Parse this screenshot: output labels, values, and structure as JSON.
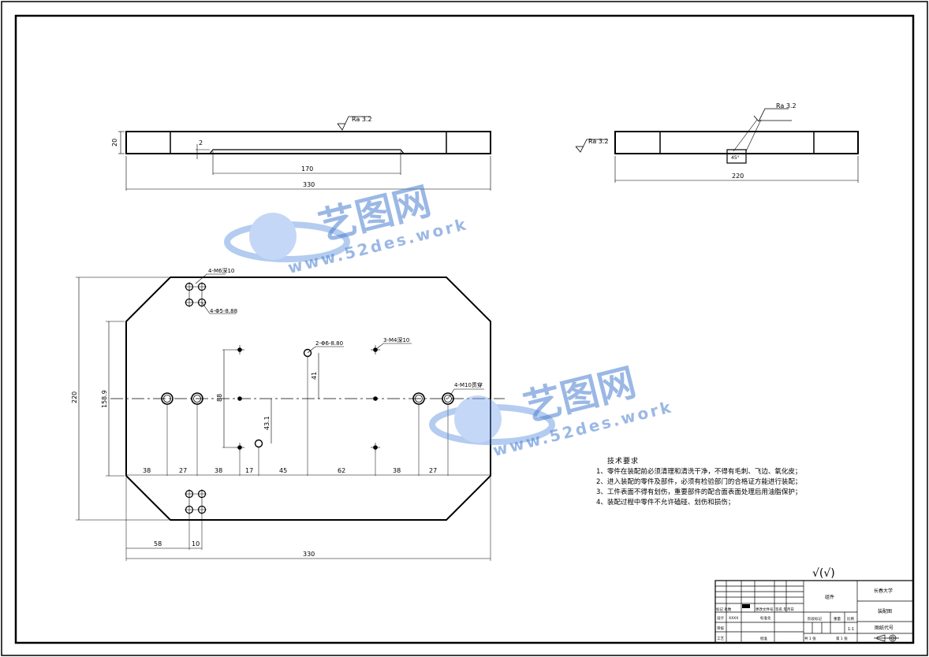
{
  "top_view": {
    "roughness": "Ra 3.2",
    "dim_height": "20",
    "dim_step": "2",
    "dim_slot": "170",
    "dim_length": "330"
  },
  "side_view": {
    "roughness_top": "Ra 3.2",
    "roughness_left": "Ra 3.2",
    "dim_width": "220",
    "slot_label": "45°"
  },
  "plan_view": {
    "callout_m6": "4-M6深10",
    "callout_phi5": "4-Φ5-8.88",
    "callout_phi6": "2-Φ6-8.80",
    "callout_m4": "3-M4深10",
    "callout_m10": "4-M10贯穿",
    "dim_height": "220",
    "dim_inner_height": "158.9",
    "dim_88": "88",
    "dim_41": "41",
    "dim_43": "43.1",
    "bottom_dims": [
      "38",
      "27",
      "38",
      "17",
      "45",
      "62",
      "38",
      "27"
    ],
    "dim_58": "58",
    "dim_10": "10",
    "dim_length": "330"
  },
  "watermark": {
    "brand": "艺图网",
    "url": "www.52des.work"
  },
  "notes": {
    "title": "技术要求",
    "items": [
      "1、零件在装配前必须清理和清洗干净，不得有毛刺、飞边、氧化皮；",
      "2、进入装配的零件及部件，必须有检验部门的合格证方能进行装配；",
      "3、工件表面不得有划伤，重要部件的配合面表面处理后用油脂保护；",
      "4、装配过程中零件不允许磕碰、划伤和损伤；"
    ]
  },
  "title_block": {
    "roughness_mark": "√(√)",
    "part_label": "组件",
    "school": "长春大学",
    "drawing_type": "装配图",
    "drawing_no": "图纸代号",
    "row_mark": "标记 处数",
    "row_file": "更改文件号",
    "row_sign": "签名 年月日",
    "designer": "设计",
    "designer_name": "XXXX",
    "standard": "标准化",
    "stage": "阶段标记",
    "weight": "重量",
    "scale_label": "比例",
    "scale": "1:1",
    "review": "审核",
    "process": "工艺",
    "approve": "批准",
    "total": "共 1 张",
    "sheet": "第 1 张"
  }
}
